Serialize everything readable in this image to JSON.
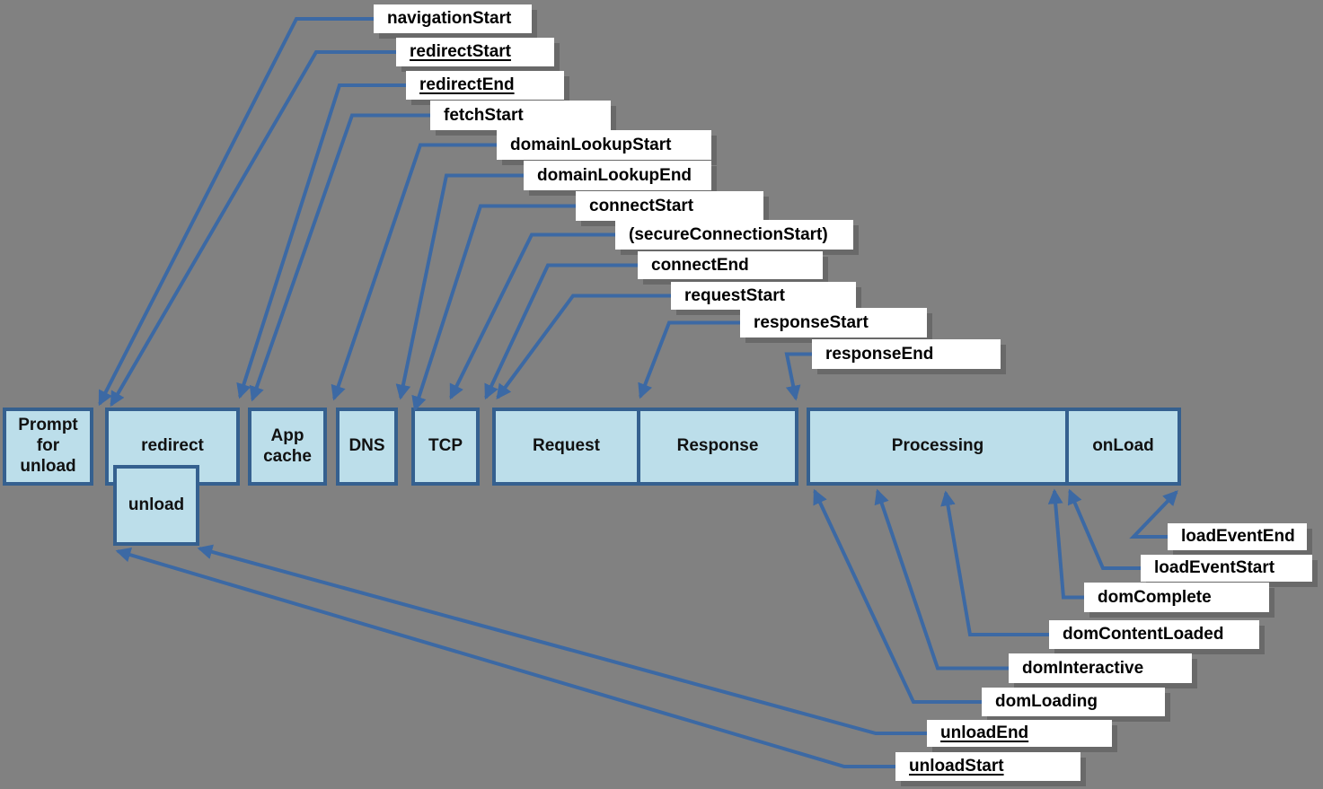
{
  "colors": {
    "background": "#818181",
    "box_fill": "#BCDEEA",
    "box_border": "#35608F",
    "arrow": "#3C69A4",
    "label_background": "#FFFFFF",
    "label_text": "#000000"
  },
  "timeline": {
    "phases": [
      {
        "label": "Prompt for unload"
      },
      {
        "label": "redirect"
      },
      {
        "label": "unload"
      },
      {
        "label": "App cache"
      },
      {
        "label": "DNS"
      },
      {
        "label": "TCP"
      },
      {
        "label": "Request"
      },
      {
        "label": "Response"
      },
      {
        "label": "Processing"
      },
      {
        "label": "onLoad"
      }
    ]
  },
  "event_labels": [
    {
      "text": "navigationStart",
      "underline": false
    },
    {
      "text": "redirectStart",
      "underline": true
    },
    {
      "text": "redirectEnd",
      "underline": true
    },
    {
      "text": "fetchStart",
      "underline": false
    },
    {
      "text": "domainLookupStart",
      "underline": false
    },
    {
      "text": "domainLookupEnd",
      "underline": false
    },
    {
      "text": "connectStart",
      "underline": false
    },
    {
      "text": "(secureConnectionStart)",
      "underline": false
    },
    {
      "text": "connectEnd",
      "underline": false
    },
    {
      "text": "requestStart",
      "underline": false
    },
    {
      "text": "responseStart",
      "underline": false
    },
    {
      "text": "responseEnd",
      "underline": false
    },
    {
      "text": "loadEventEnd",
      "underline": false
    },
    {
      "text": "loadEventStart",
      "underline": false
    },
    {
      "text": "domComplete",
      "underline": false
    },
    {
      "text": "domContentLoaded",
      "underline": false
    },
    {
      "text": "domInteractive",
      "underline": false
    },
    {
      "text": "domLoading",
      "underline": false
    },
    {
      "text": "unloadEnd",
      "underline": true
    },
    {
      "text": "unloadStart",
      "underline": true
    }
  ]
}
